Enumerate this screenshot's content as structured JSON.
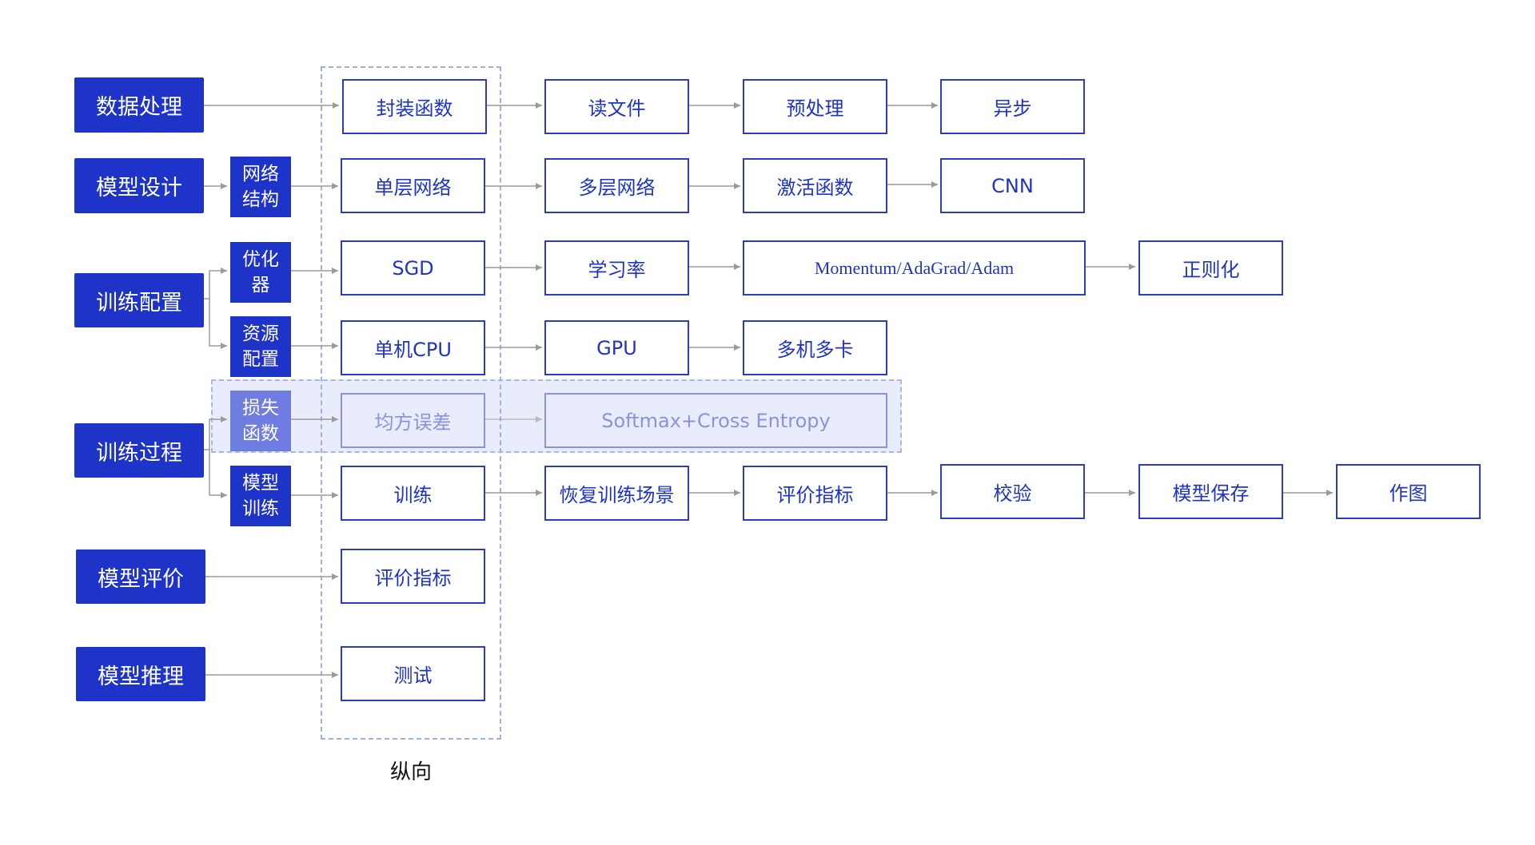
{
  "categories": {
    "data_processing": "数据处理",
    "model_design": "模型设计",
    "training_config": "训练配置",
    "training_process": "训练过程",
    "model_evaluation": "模型评价",
    "model_inference": "模型推理"
  },
  "subcategories": {
    "network_structure": "网络\n结构",
    "optimizer": "优化\n器",
    "resource_config": "资源\n配置",
    "loss_function": "损失\n函数",
    "model_training": "模型\n训练"
  },
  "rows": {
    "data_processing": [
      "封装函数",
      "读文件",
      "预处理",
      "异步"
    ],
    "network_structure": [
      "单层网络",
      "多层网络",
      "激活函数",
      "CNN"
    ],
    "optimizer": [
      "SGD",
      "学习率",
      "Momentum/AdaGrad/Adam",
      "正则化"
    ],
    "resource_config": [
      "单机CPU",
      "GPU",
      "多机多卡"
    ],
    "loss_function": [
      "均方误差",
      "Softmax+Cross Entropy"
    ],
    "model_training": [
      "训练",
      "恢复训练场景",
      "评价指标",
      "校验",
      "模型保存",
      "作图"
    ],
    "model_evaluation": [
      "评价指标"
    ],
    "model_inference": [
      "测试"
    ]
  },
  "column_caption": "纵向",
  "colors": {
    "primary": "#1e33c8",
    "border": "#2a3bc6",
    "dashed": "#9fb0e6",
    "arrow": "#9a9a9a",
    "highlight": "#e6e9fa"
  }
}
